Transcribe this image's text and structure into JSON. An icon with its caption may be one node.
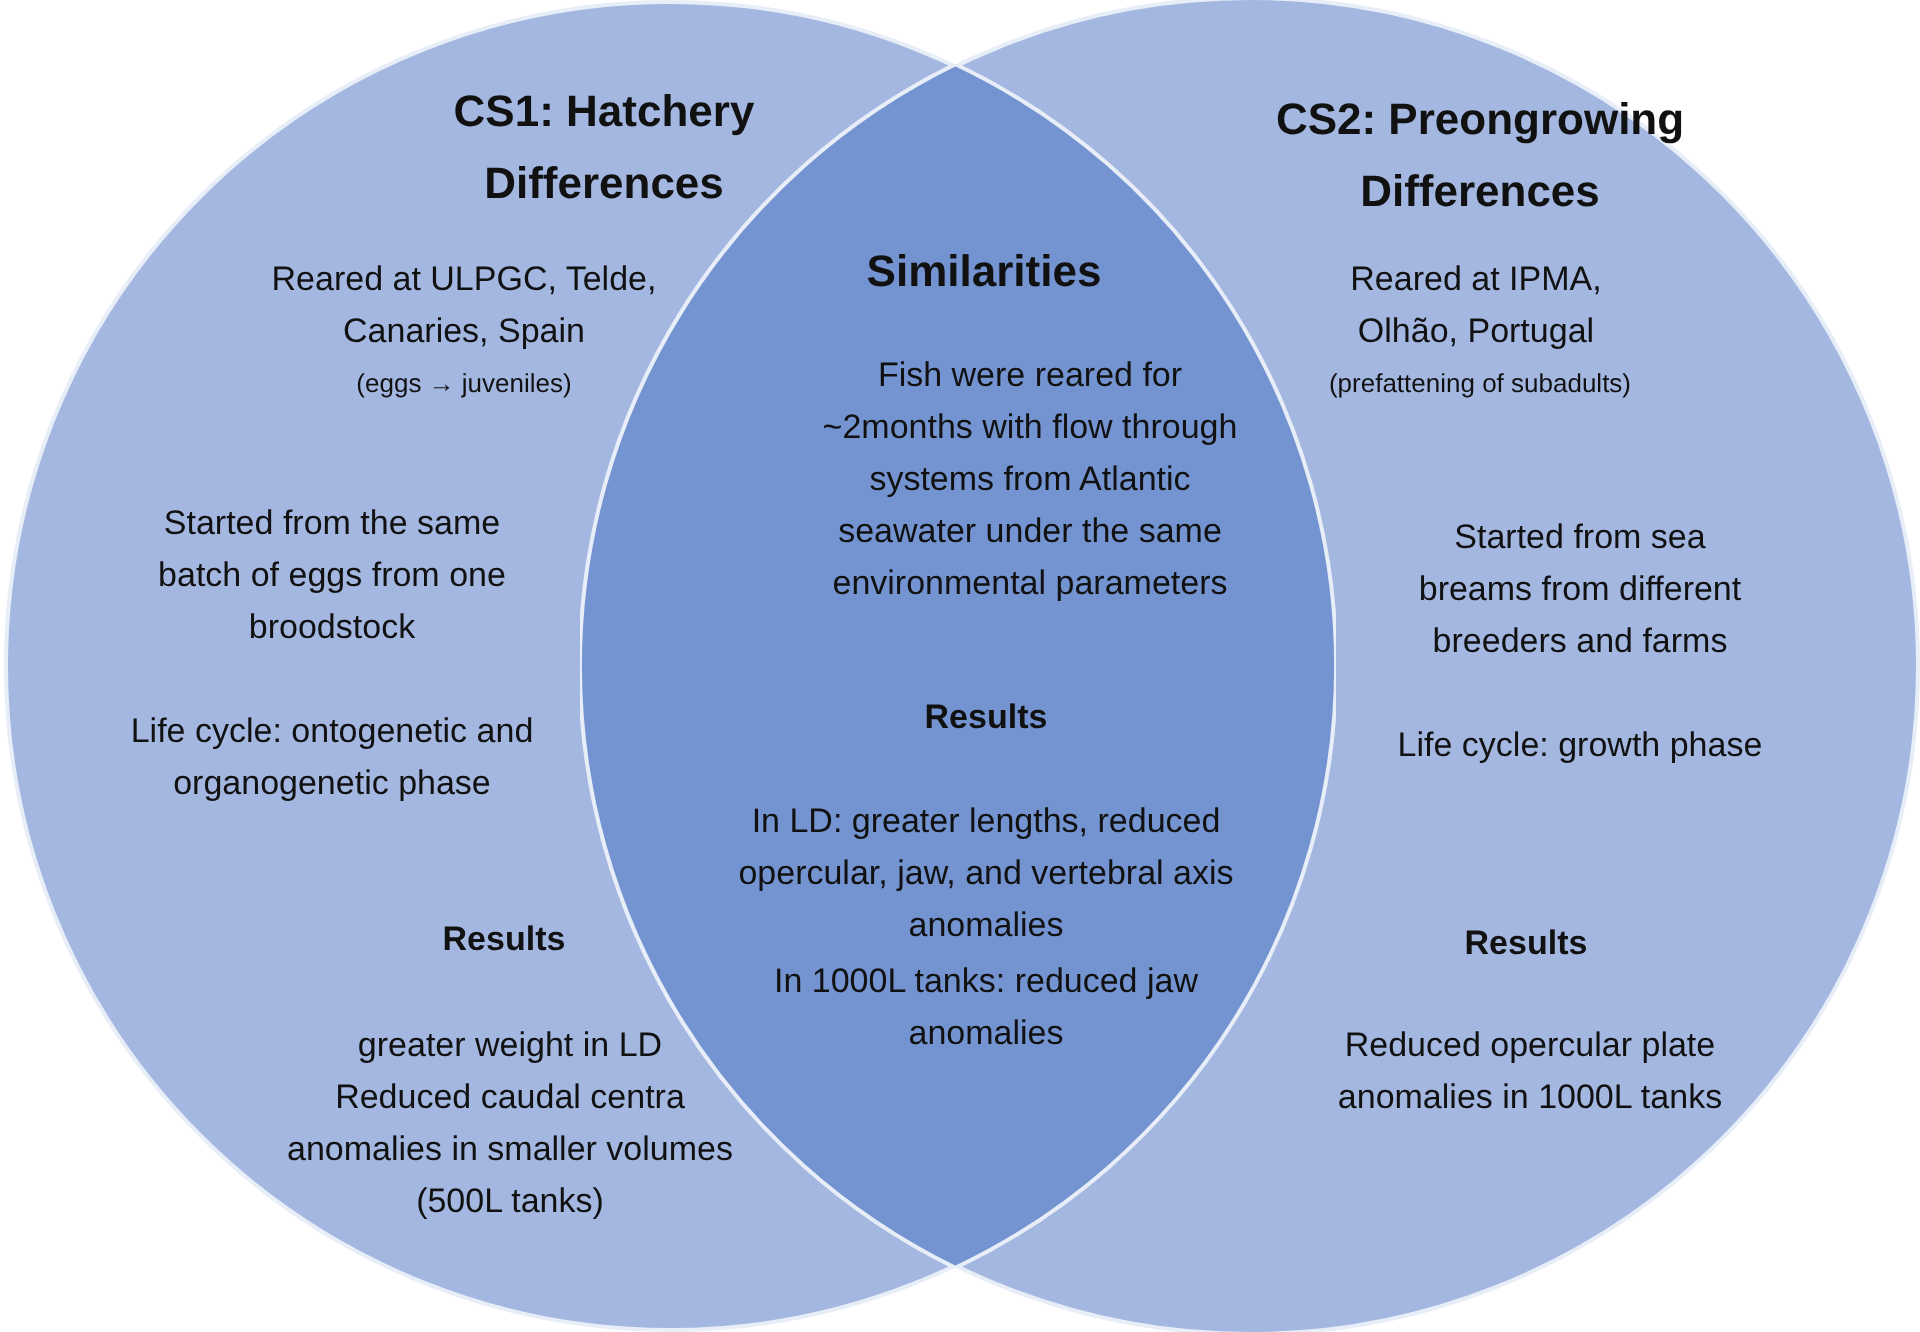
{
  "diagram": {
    "nodes": [
      {
        "text": [
          "CS1: Hatchery Differences",
          "Reared at ULPGC, Telde, Canaries, Spain",
          "(eggs → juveniles)",
          "Started from the same batch of eggs from one broodstock",
          "Life cycle: ontogenetic and organogenetic phase",
          "Results",
          "greater weight in LD",
          "Reduced caudal centra anomalies in smaller volumes (500L tanks)"
        ]
      },
      {
        "text": [
          "CS2: Preongrowing Differences",
          "Reared at IPMA, Olhão, Portugal",
          "(prefattening of subadults)",
          "Started from sea breams from different breeders and farms",
          "Life cycle: growth phase",
          "Results",
          "Reduced opercular plate anomalies in 1000L tanks"
        ]
      },
      {
        "text": [
          "Similarities",
          "Fish were reared for ~2months with flow through systems from Atlantic seawater under the same environmental parameters",
          "Results",
          "In LD: greater lengths, reduced opercular, jaw, and vertebral axis anomalies",
          "In 1000L tanks: reduced jaw anomalies"
        ]
      }
    ]
  }
}
